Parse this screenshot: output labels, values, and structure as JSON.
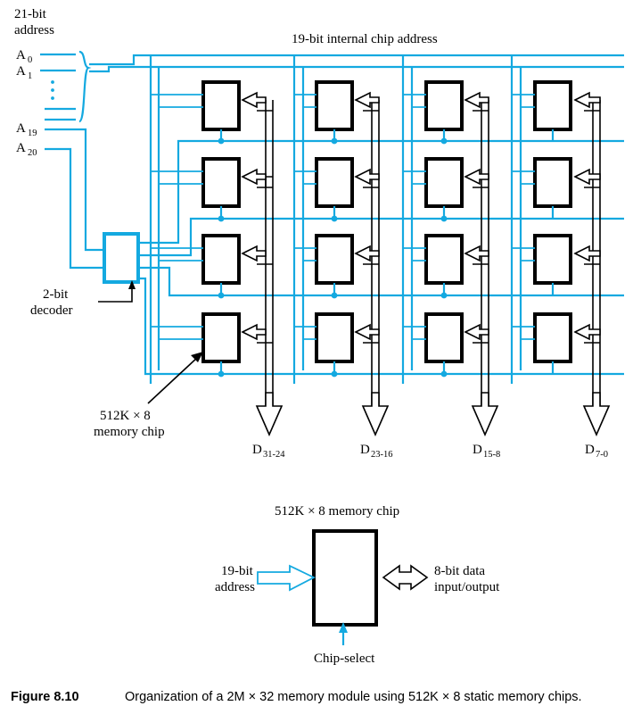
{
  "figure": {
    "number": "Figure 8.10",
    "caption": "Organization of a 2M × 32 memory module using 512K × 8 static memory chips."
  },
  "colors": {
    "address_bus_blue": "#14A9E0",
    "data_bus_black": "#000000",
    "background": "#FFFFFF"
  },
  "top_diagram": {
    "address_group_label_line1": "21-bit",
    "address_group_label_line2": "address",
    "internal_address_label": "19-bit internal chip address",
    "address_lines": [
      {
        "name": "A0",
        "base": "A",
        "sub": "0"
      },
      {
        "name": "A1",
        "base": "A",
        "sub": "1"
      },
      {
        "name": "A19",
        "base": "A",
        "sub": "19"
      },
      {
        "name": "A20",
        "base": "A",
        "sub": "20"
      }
    ],
    "vertical_dots": "⋮",
    "decoder": {
      "label_line1": "2-bit",
      "label_line2": "decoder"
    },
    "chip_callout": {
      "line1": "512K × 8",
      "line2": "memory chip"
    },
    "grid": {
      "rows": 4,
      "columns": 4
    },
    "data_buses": [
      {
        "base": "D",
        "sub": "31-24"
      },
      {
        "base": "D",
        "sub": "23-16"
      },
      {
        "base": "D",
        "sub": "15-8"
      },
      {
        "base": "D",
        "sub": "7-0"
      }
    ]
  },
  "bottom_diagram": {
    "title": "512K × 8 memory chip",
    "address_label_line1": "19-bit",
    "address_label_line2": "address",
    "data_label_line1": "8-bit data",
    "data_label_line2": "input/output",
    "chip_select_label": "Chip-select"
  }
}
